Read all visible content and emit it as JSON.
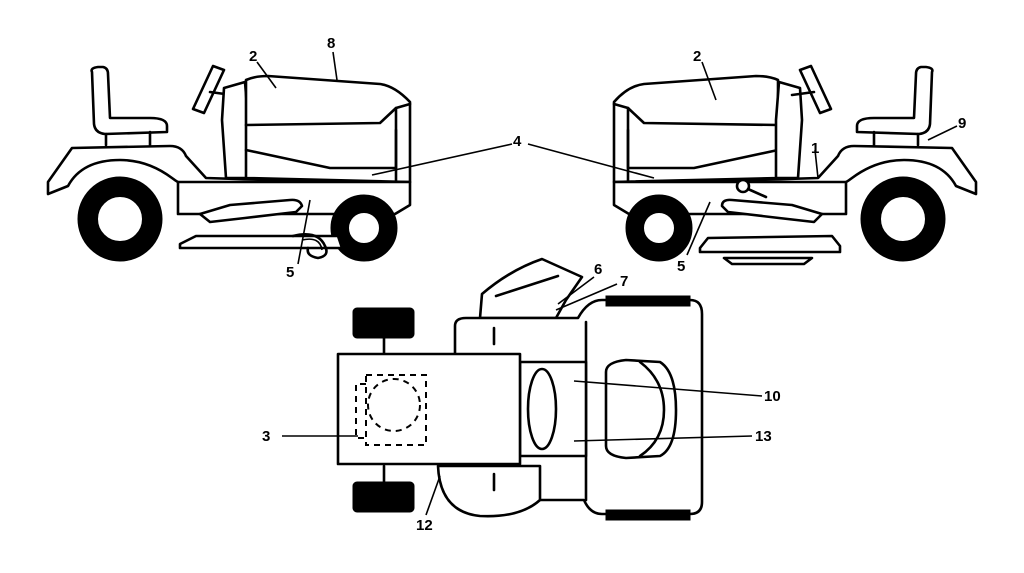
{
  "callouts": {
    "c1": "1",
    "c2_left": "2",
    "c2_right": "2",
    "c3": "3",
    "c4": "4",
    "c5_left": "5",
    "c5_right": "5",
    "c6": "6",
    "c7": "7",
    "c8": "8",
    "c9": "9",
    "c10": "10",
    "c12": "12",
    "c13": "13"
  }
}
